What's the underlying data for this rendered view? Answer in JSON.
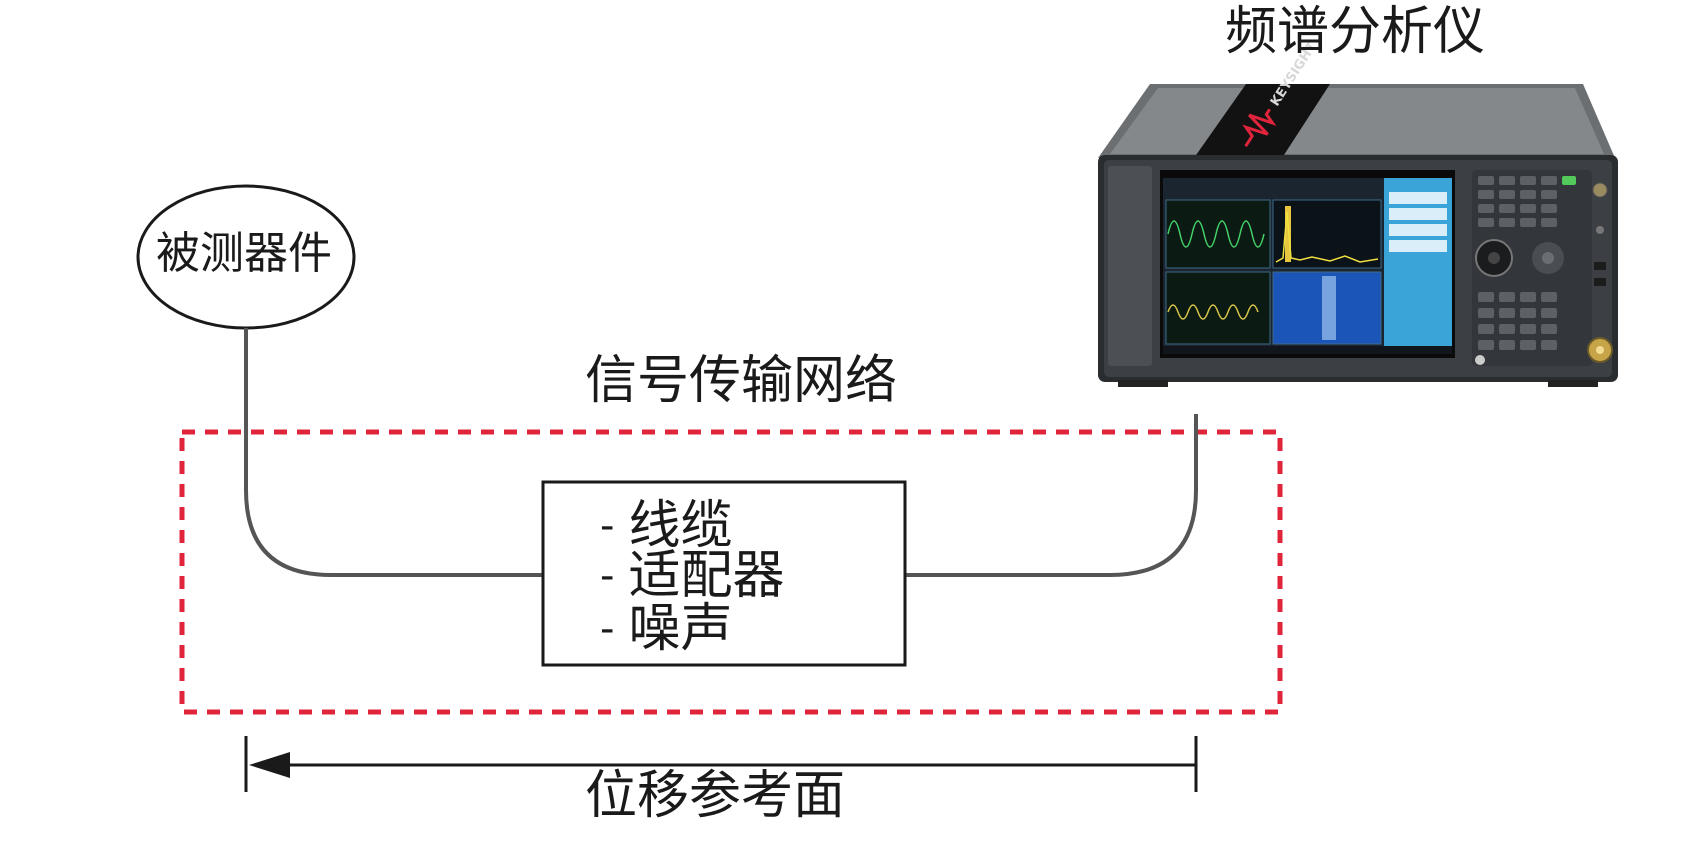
{
  "analyzer": {
    "label": "频谱分析仪",
    "brand": "KEYSIGHT"
  },
  "dut": {
    "label": "被测器件"
  },
  "network": {
    "label": "信号传输网络",
    "border_color": "#e0243c",
    "items": [
      {
        "dash": "-",
        "text": "线缆"
      },
      {
        "dash": "-",
        "text": "适配器"
      },
      {
        "dash": "-",
        "text": "噪声"
      }
    ]
  },
  "reference": {
    "label": "位移参考面"
  }
}
